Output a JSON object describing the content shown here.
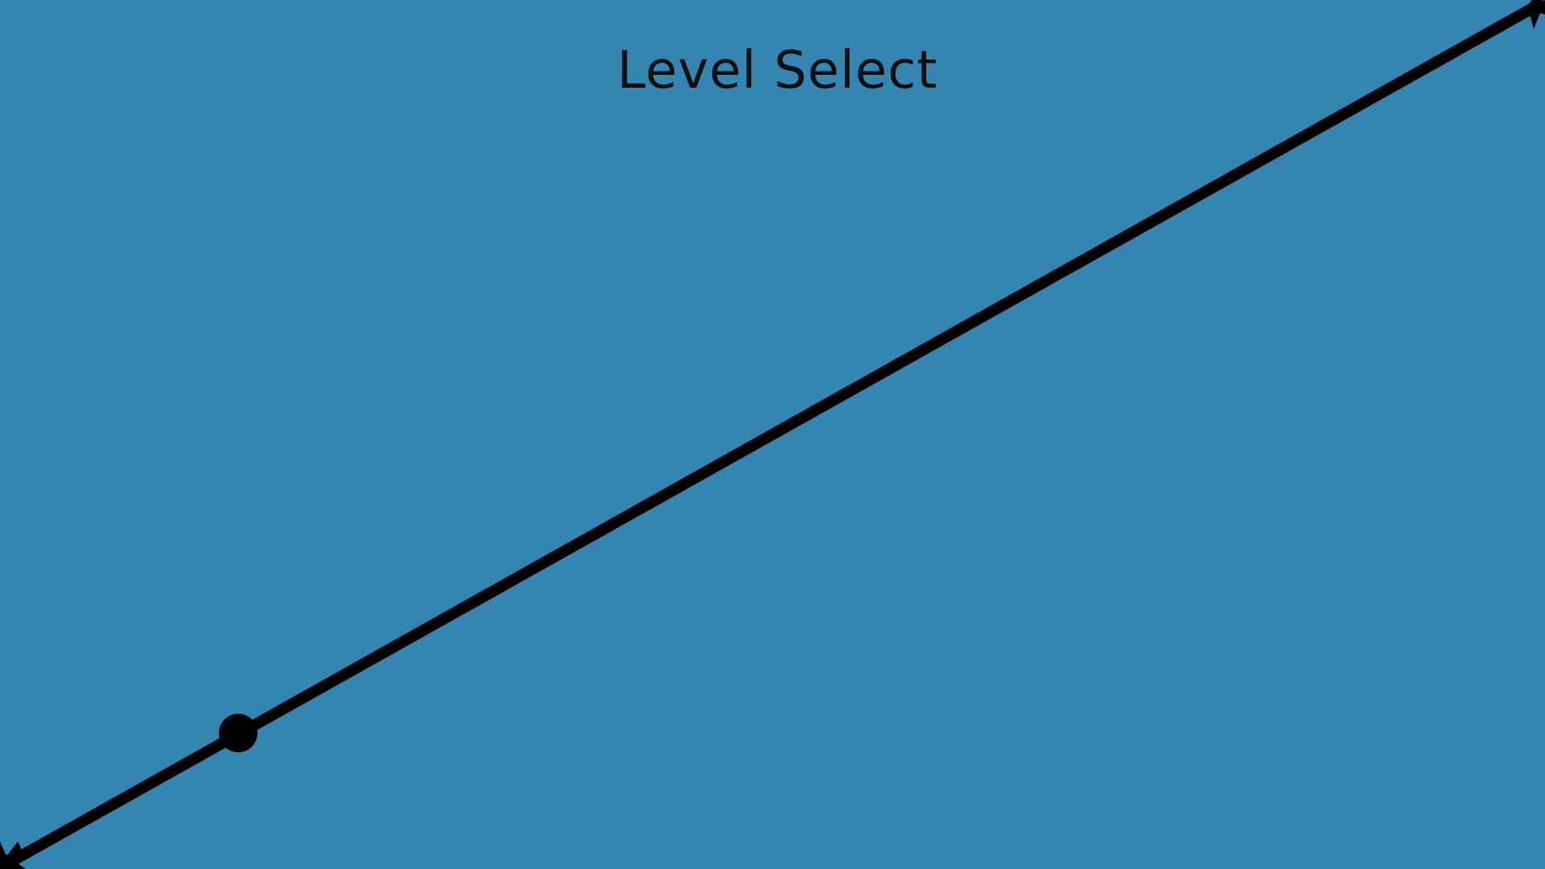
{
  "title": "Level Select",
  "colors": {
    "background": "#3585b3",
    "path": "#000000",
    "text": "#0b0f12"
  },
  "level_path": {
    "node_count": 1,
    "end_markers": [
      "arrow-marker",
      "arrow-marker"
    ]
  }
}
